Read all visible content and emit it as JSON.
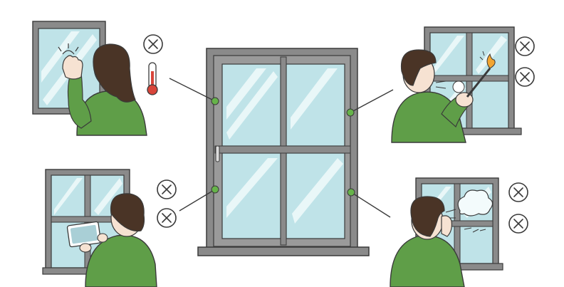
{
  "colors": {
    "frame": "#858585",
    "frame_dark": "#5f5f5f",
    "frame_light": "#a8a8a8",
    "glass": "#bfe3e8",
    "glass_light": "#e6f6f7",
    "shirt": "#5f9e48",
    "shirt_dark": "#3f7a32",
    "hair": "#4a3426",
    "skin": "#f6e2d2",
    "line": "#3a3a3a",
    "connector_dot": "#66b34a",
    "flame": "#f2a531",
    "thermo_red": "#d8453a",
    "tablet": "#a9cfd6"
  },
  "icons": {
    "status": "cross-circle-icon",
    "thermometer": "thermometer-icon",
    "flame": "flame-icon",
    "breath": "breath-cloud-icon",
    "tablet": "tablet-icon",
    "connector": "connector-dot-icon"
  },
  "scenes": [
    {
      "id": "touch-glass",
      "marks": [
        "cross"
      ],
      "indicator": "thermometer",
      "text": ""
    },
    {
      "id": "lighter-test",
      "marks": [
        "cross",
        "cross"
      ],
      "indicator": "flame",
      "label": ""
    },
    {
      "id": "tablet-check",
      "marks": [
        "cross",
        "cross"
      ],
      "indicator": "tablet",
      "label": ""
    },
    {
      "id": "breath-on-glass",
      "marks": [
        "cross",
        "cross"
      ],
      "indicator": "breath",
      "label": ""
    }
  ]
}
